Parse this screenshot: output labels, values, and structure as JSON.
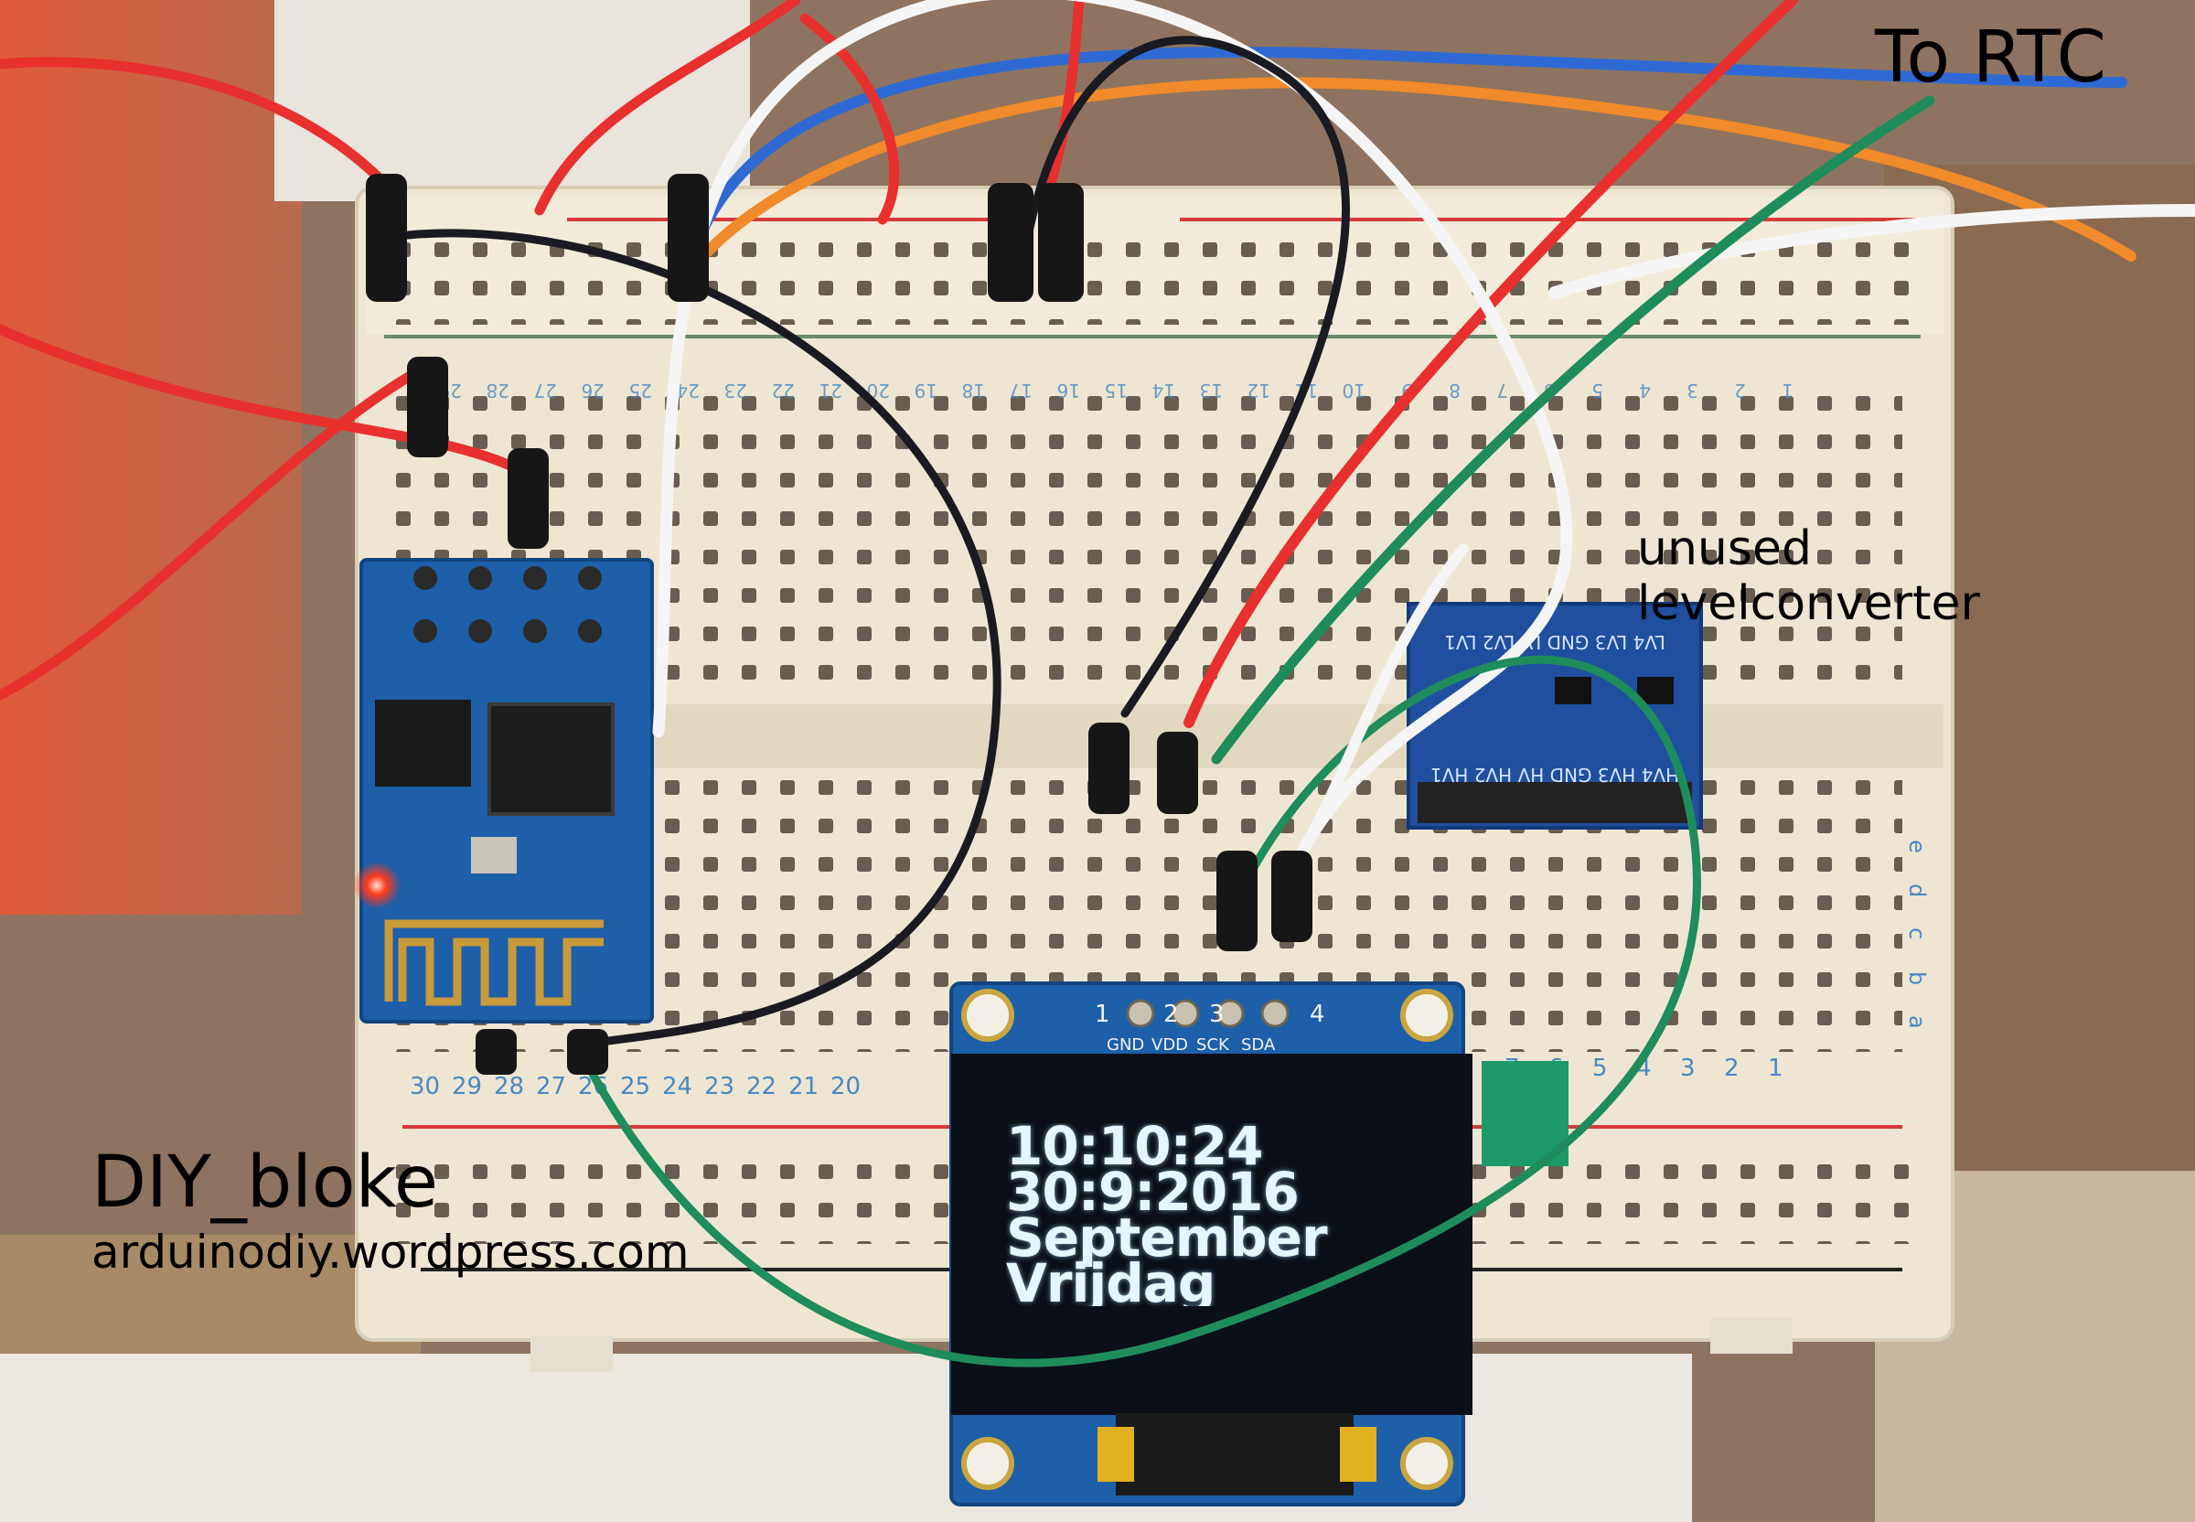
{
  "annotations": {
    "rtc_label": "To RTC",
    "unused_line1": "unused",
    "unused_line2": "levelconverter",
    "author": "DIY_bloke",
    "website": "arduinodiy.wordpress.com"
  },
  "oled": {
    "time": "10:10:24",
    "date": "30:9:2016",
    "month": "September",
    "day": "Vrijdag",
    "pins": [
      "GND",
      "VDD",
      "SCK",
      "SDA"
    ],
    "pin_numbers": [
      "1",
      "2",
      "3",
      "4"
    ]
  },
  "level_converter": {
    "top_labels": "LV4 LV3 GND LV LV2 LV1",
    "bottom_labels": "HV4 HV3 GND HV HV2 HV1"
  },
  "breadboard": {
    "bottom_columns": [
      "30",
      "29",
      "28",
      "27",
      "26",
      "25",
      "24",
      "23",
      "22",
      "21",
      "20",
      "7",
      "6",
      "5",
      "4",
      "3",
      "2",
      "1"
    ],
    "top_columns": [
      "29",
      "28",
      "27",
      "26",
      "25",
      "24",
      "23",
      "22",
      "21",
      "20",
      "19",
      "18",
      "17",
      "16",
      "15",
      "14",
      "13",
      "12",
      "11",
      "10",
      "9",
      "8",
      "7",
      "6",
      "5",
      "4",
      "3",
      "2",
      "1"
    ],
    "row_letters": [
      "a",
      "b",
      "c",
      "d",
      "e"
    ]
  },
  "colors": {
    "board": "#eee6d2",
    "wire_red": "#e8302e",
    "wire_blue": "#2f6ad4",
    "wire_orange": "#f08a2a",
    "wire_green": "#1f8c5c",
    "wire_white": "#f5f5f5",
    "wire_black": "#1a1a22",
    "pcb_blue": "#1d5fa8",
    "oled_screen": "#0b0f18"
  }
}
